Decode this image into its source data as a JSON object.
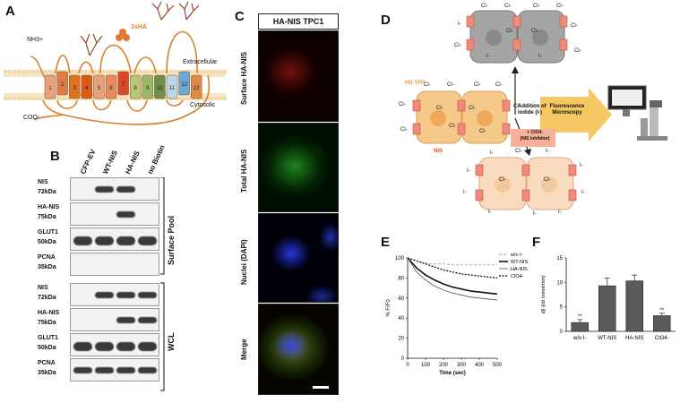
{
  "panels": {
    "A": {
      "letter": "A",
      "tag": "3xHA",
      "nterm": "NH3+",
      "cterm": "COO-",
      "extracellular": "Extracellular",
      "cytosolic": "Cytosolic",
      "tm_segments": [
        "1",
        "2",
        "3",
        "4",
        "5",
        "6",
        "7",
        "8",
        "9",
        "10",
        "11",
        "12",
        "13"
      ],
      "tm_colors": [
        "#e8a27a",
        "#e07a4a",
        "#e0731f",
        "#d95b1a",
        "#e8a27a",
        "#e58a5a",
        "#d64a2a",
        "#b7c77a",
        "#9ab86a",
        "#6f8f4a",
        "#b8d8e8",
        "#6aa8d8",
        "#e08a4a"
      ]
    },
    "B": {
      "letter": "B",
      "columns": [
        "CFP-EV",
        "WT-NIS",
        "HA-NIS",
        "no Biotin"
      ],
      "surface_group": "Surface Pool",
      "wcl_group": "WCL",
      "surface_rows": [
        {
          "name": "NIS",
          "kda": "72kDa"
        },
        {
          "name": "HA-NIS",
          "kda": "75kDa"
        },
        {
          "name": "GLUT1",
          "kda": "50kDa"
        },
        {
          "name": "PCNA",
          "kda": "35kDa"
        }
      ],
      "wcl_rows": [
        {
          "name": "NIS",
          "kda": "72kDa"
        },
        {
          "name": "HA-NIS",
          "kda": "75kDa"
        },
        {
          "name": "GLUT1",
          "kda": "50kDa"
        },
        {
          "name": "PCNA",
          "kda": "35kDa"
        }
      ]
    },
    "C": {
      "letter": "C",
      "header": "HA-NIS TPC1",
      "rows": [
        "Surface HA-NIS",
        "Total HA-NIS",
        "Nuclei (DAPI)",
        "Merge"
      ]
    },
    "D": {
      "letter": "D",
      "hs_yfp": "HS-YFP",
      "nis": "NIS",
      "cl": "Cl-",
      "i": "I-",
      "addition": "Addition of iodide (I-)",
      "fluorescence": "Fluorescence Microscopy",
      "clo4_box_line1": "+ ClO4-",
      "clo4_box_line2": "(NIS inhibitor)"
    },
    "E": {
      "letter": "E"
    },
    "F": {
      "letter": "F"
    }
  },
  "chart_data": [
    {
      "type": "line",
      "xlabel": "Time (sec)",
      "ylabel": "% F/F0",
      "xlim": [
        0,
        500
      ],
      "ylim": [
        0,
        100
      ],
      "xticks": [
        0,
        100,
        200,
        300,
        400,
        500
      ],
      "yticks": [
        0,
        20,
        40,
        60,
        80,
        100
      ],
      "legend_position": "top-right",
      "x": [
        0,
        50,
        100,
        150,
        200,
        250,
        300,
        350,
        400,
        450,
        500
      ],
      "series": [
        {
          "name": "w/o I-",
          "style": "dashed-light",
          "color": "#9a9a9a",
          "values": [
            100,
            97,
            95,
            94,
            94,
            93,
            93,
            93,
            93,
            93,
            93
          ]
        },
        {
          "name": "WT-NIS",
          "style": "solid-thick",
          "color": "#111111",
          "values": [
            100,
            90,
            83,
            78,
            74,
            71,
            69,
            67,
            66,
            65,
            64
          ]
        },
        {
          "name": "HA-NIS",
          "style": "solid-thin",
          "color": "#555555",
          "values": [
            100,
            86,
            78,
            72,
            68,
            65,
            63,
            61,
            60,
            59,
            58
          ]
        },
        {
          "name": "ClO4-",
          "style": "dashed-dark",
          "color": "#222222",
          "values": [
            100,
            97,
            94,
            91,
            88,
            86,
            84,
            83,
            82,
            81,
            80
          ]
        }
      ]
    },
    {
      "type": "bar",
      "ylabel": "d[I-]/dt (nmol/min)",
      "ylim": [
        0,
        15
      ],
      "yticks": [
        0,
        5,
        10,
        15
      ],
      "categories": [
        "w/o I-",
        "WT-NIS",
        "HA-NIS",
        "ClO4-"
      ],
      "values": [
        1.8,
        9.3,
        10.3,
        3.2
      ],
      "errors": [
        0.6,
        1.6,
        1.2,
        0.5
      ],
      "annotations": [
        "**",
        "",
        "",
        "**"
      ],
      "color": "#5a5a5a"
    }
  ]
}
